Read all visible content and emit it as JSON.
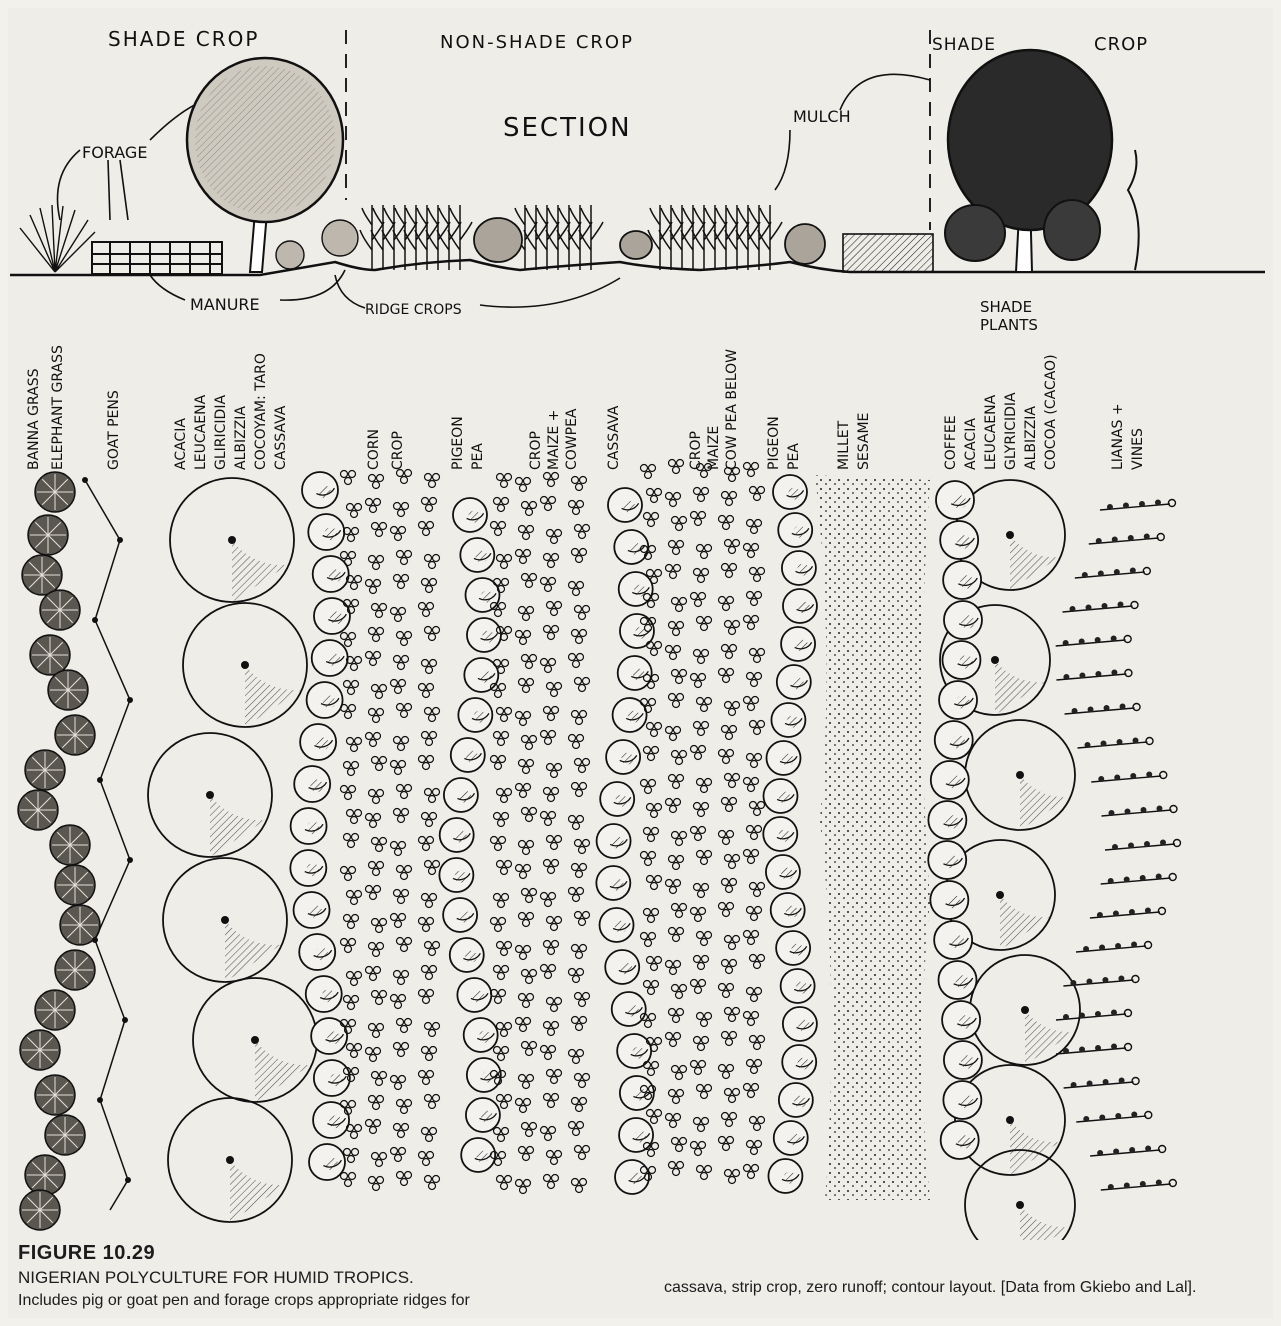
{
  "section": {
    "zone_labels": {
      "shade_left": "SHADE CROP",
      "non_shade": "NON-SHADE CROP",
      "shade_right_a": "SHADE",
      "shade_right_b": "CROP"
    },
    "title": "SECTION",
    "callouts": {
      "forage": "FORAGE",
      "mulch": "MULCH",
      "manure": "MANURE",
      "ridge_crops": "RIDGE CROPS",
      "shade_plants_1": "SHADE",
      "shade_plants_2": "PLANTS"
    }
  },
  "plan": {
    "column_labels": [
      [
        "BANNA GRASS",
        "ELEPHANT GRASS"
      ],
      [
        "GOAT PENS"
      ],
      [
        "ACACIA",
        "LEUCAENA",
        "GLIRICIDIA",
        "ALBIZZIA",
        "COCOYAM: TARO",
        "CASSAVA"
      ],
      [
        "CORN",
        "CROP"
      ],
      [
        "PIGEON",
        "PEA"
      ],
      [
        "CROP",
        "MAIZE +",
        "COWPEA"
      ],
      [
        "CASSAVA"
      ],
      [
        "CROP",
        "MAIZE",
        "COW PEA BELOW"
      ],
      [
        "PIGEON",
        "PEA"
      ],
      [
        "MILLET",
        "SESAME"
      ],
      [
        "COFFEE",
        "ACACIA",
        "LEUCAENA",
        "GLYRICIDIA",
        "ALBIZZIA",
        "COCOA (CACAO)"
      ],
      [
        "LIANAS +",
        "VINES"
      ]
    ]
  },
  "caption": {
    "figure_number": "FIGURE 10.29",
    "title": "NIGERIAN POLYCULTURE FOR HUMID TROPICS.",
    "text_left": "Includes pig or goat pen and forage crops appropriate ridges for",
    "text_right": "cassava, strip crop, zero runoff; contour layout. [Data from Gkiebo and Lal]."
  }
}
